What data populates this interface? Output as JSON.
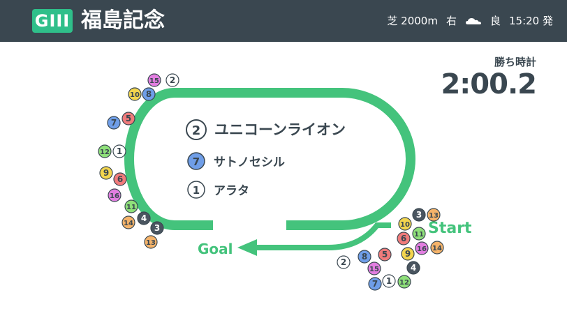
{
  "header": {
    "grade": "GIII",
    "race_name": "福島記念",
    "surface_distance": "芝 2000m",
    "direction": "右",
    "weather_icon": "cloud-icon",
    "going": "良",
    "post_time": "15:20 発"
  },
  "result": {
    "time_label": "勝ち時計",
    "time_value": "2:00.2"
  },
  "track": {
    "start_label": "Start",
    "goal_label": "Goal"
  },
  "top3": [
    {
      "rank": 1,
      "number": "2",
      "name": "ユニコーンライオン"
    },
    {
      "rank": 2,
      "number": "7",
      "name": "サトノセシル"
    },
    {
      "rank": 3,
      "number": "1",
      "name": "アラタ"
    }
  ],
  "colors": {
    "header_bg": "#3a4750",
    "accent_green": "#2fbf8a",
    "track_green": "#44c37c",
    "frame_colors": {
      "1": "#ffffff",
      "2": "#ffffff",
      "3": "#4a5560",
      "4": "#4a5560",
      "5": "#f07b7b",
      "6": "#f07b7b",
      "7": "#6f9ee8",
      "8": "#6f9ee8",
      "9": "#f3d54e",
      "10": "#f3d54e",
      "11": "#8fe07a",
      "12": "#8fe07a",
      "13": "#f5b36a",
      "14": "#f5b36a",
      "15": "#e27ee0",
      "16": "#e27ee0"
    }
  },
  "positions": {
    "start_numbers": [
      "3",
      "13",
      "10",
      "11",
      "6",
      "9",
      "16",
      "14",
      "4",
      "8",
      "5",
      "2",
      "15",
      "7",
      "1",
      "12"
    ],
    "finish_numbers": [
      "15",
      "2",
      "10",
      "8",
      "7",
      "5",
      "12",
      "1",
      "9",
      "6",
      "16",
      "11",
      "14",
      "4",
      "3",
      "13"
    ]
  }
}
